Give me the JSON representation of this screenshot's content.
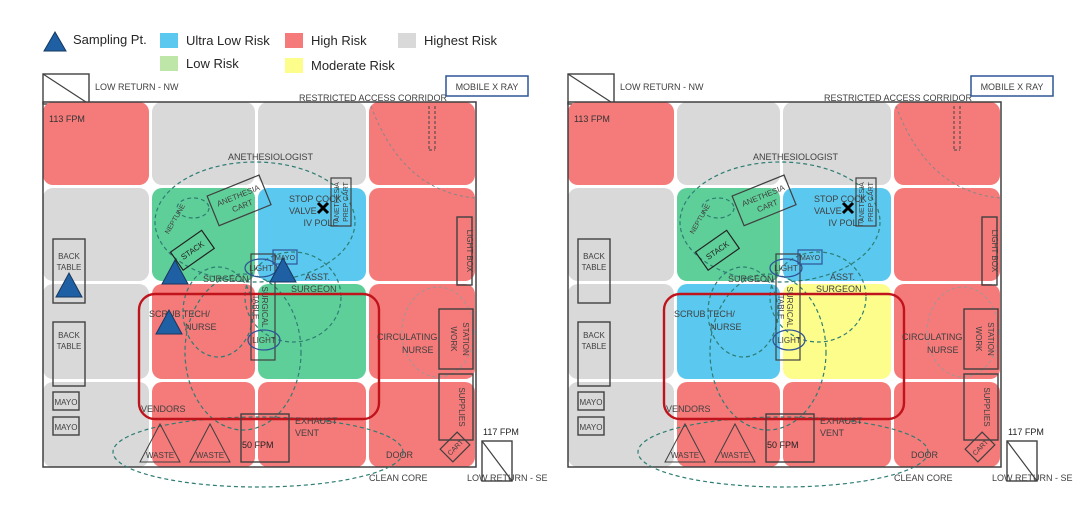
{
  "legend": [
    {
      "key": "sampling",
      "label": "Sampling Pt.",
      "color": "#1f5fa3"
    },
    {
      "key": "ultra_low",
      "label": "Ultra Low Risk",
      "color": "#5bc8ef"
    },
    {
      "key": "high",
      "label": "High Risk",
      "color": "#f57a7a"
    },
    {
      "key": "highest",
      "label": "Highest Risk",
      "color": "#d9d9d9"
    },
    {
      "key": "low",
      "label": "Low Risk",
      "color": "#bde6a8"
    },
    {
      "key": "moderate",
      "label": "Moderate Risk",
      "color": "#fdfd8c"
    }
  ],
  "colors": {
    "highest": "#d9d9d9",
    "high": "#f57a7a",
    "green": "#5fcf99",
    "ultra_low": "#5bc8ef",
    "moderate": "#fdfd8c",
    "frame": "#404040",
    "containment": "#c0141c",
    "airflow": "#2e7d73",
    "mobile_box": "#2f5597"
  },
  "labels": {
    "low_return_nw": "LOW RETURN - NW",
    "restricted_corridor": "RESTRICTED ACCESS CORRIDOR",
    "mobile_xray": "MOBILE X RAY",
    "fpm_113": "113 FPM",
    "anesthesiologist": "ANETHESIOLOGIST",
    "neptune": "NEPTUNE",
    "anesthesia_cart_1": "ANETHESIA",
    "anesthesia_cart_2": "CART",
    "stop_cock_1": "STOP COCK",
    "stop_cock_2": "VALVE",
    "iv_pole": "IV POLE",
    "anesthesia_prep_1": "ANETHESIA",
    "anesthesia_prep_2": "PREP CART",
    "stack": "STACK",
    "light": "LIGHT",
    "mayo": "MAYO",
    "surgeon": "SURGEON",
    "asst_surgeon_1": "ASST.",
    "asst_surgeon_2": "SURGEON",
    "surgical_table_1": "SURGICAL",
    "surgical_table_2": "TABLE",
    "back_table_1": "BACK",
    "back_table_2": "TABLE",
    "light_box": "LIGHT BOX",
    "work_station_1": "WORK",
    "work_station_2": "STATION",
    "scrub_tech_1": "SCRUB TECH/",
    "scrub_tech_2": "NURSE",
    "circulating_1": "CIRCULATING",
    "circulating_2": "NURSE",
    "supplies": "SUPPLIES",
    "vendors": "VENDORS",
    "exhaust_1": "EXHAUST",
    "exhaust_2": "VENT",
    "fpm_50": "50 FPM",
    "waste": "WASTE",
    "door": "DOOR",
    "cart": "CART",
    "fpm_117": "117 FPM",
    "clean_core": "CLEAN CORE",
    "low_return_se": "LOW RETURN - SE"
  },
  "panels": [
    {
      "id": "before",
      "zones": [
        [
          "high",
          "highest",
          "highest",
          "high"
        ],
        [
          "highest",
          "green",
          "ultra_low",
          "high"
        ],
        [
          "highest",
          "high",
          "green",
          "high"
        ],
        [
          "highest",
          "high",
          "high",
          "high"
        ]
      ],
      "sampling_points": [
        "mid-left-table",
        "surgeon-upper",
        "asst-surgeon-light",
        "scrub-tech-upper"
      ]
    },
    {
      "id": "after",
      "zones": [
        [
          "high",
          "highest",
          "highest",
          "high"
        ],
        [
          "highest",
          "green",
          "ultra_low",
          "high"
        ],
        [
          "highest",
          "ultra_low",
          "moderate",
          "high"
        ],
        [
          "highest",
          "high",
          "high",
          "high"
        ]
      ],
      "sampling_points": []
    }
  ]
}
